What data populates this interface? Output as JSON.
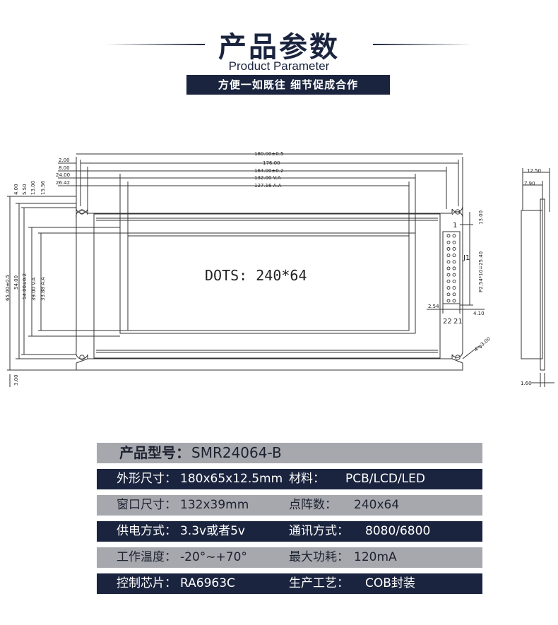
{
  "header": {
    "title_cn": "产品参数",
    "title_en": "Product Parameter",
    "banner": "方便一如既往  细节促成合作"
  },
  "drawing": {
    "top_dims": [
      "180.00±0.5",
      "176.00",
      "164.00±0.2",
      "132.00 V.A",
      "127.16 A.A"
    ],
    "left_offsets": [
      "2.00",
      "8.00",
      "24.00",
      "26.42"
    ],
    "vert_offsets": [
      "4.00",
      "5.50",
      "13.00",
      "15.56"
    ],
    "side_dims": [
      "65.00±0.5",
      "54.00",
      "54.00±0.2",
      "39.00 V.A",
      "33.88 A.A"
    ],
    "bottom_offset": "3.00",
    "dots_label": "DOTS: 240*64",
    "pin_first": "1",
    "pin_label_j1": "J1",
    "pin_last_a": "22",
    "pin_last_b": "21",
    "pitch_dim": "P2.54*10=25.40",
    "right_top_dim": "13.00",
    "pin_spacing": "2.54",
    "pin_offset": "4.10",
    "hole_dim": "4-φ3.00",
    "side_view": {
      "depth": "12.50",
      "depth2": "7.90",
      "pcb": "1.60"
    }
  },
  "specs": {
    "model": {
      "label": "产品型号：",
      "value": "SMR24064-B"
    },
    "rows": [
      {
        "l1": "外形尺寸：",
        "v1": "180x65x12.5mm",
        "l2": "材料：",
        "v2": "PCB/LCD/LED"
      },
      {
        "l1": "窗口尺寸：",
        "v1": "132x39mm",
        "l2": "点阵数：",
        "v2": "240x64"
      },
      {
        "l1": "供电方式：",
        "v1": "3.3v或者5v",
        "l2": "通讯方式：",
        "v2": "8080/6800"
      },
      {
        "l1": "工作温度：",
        "v1": "-20°~+70°",
        "l2": "最大功耗：",
        "v2": "120mA"
      },
      {
        "l1": "控制芯片：",
        "v1": "RA6963C",
        "l2": "生产工艺：",
        "v2": "COB封装"
      }
    ]
  },
  "colors": {
    "navy": "#1b243e",
    "gray": "#a6a8ae"
  }
}
